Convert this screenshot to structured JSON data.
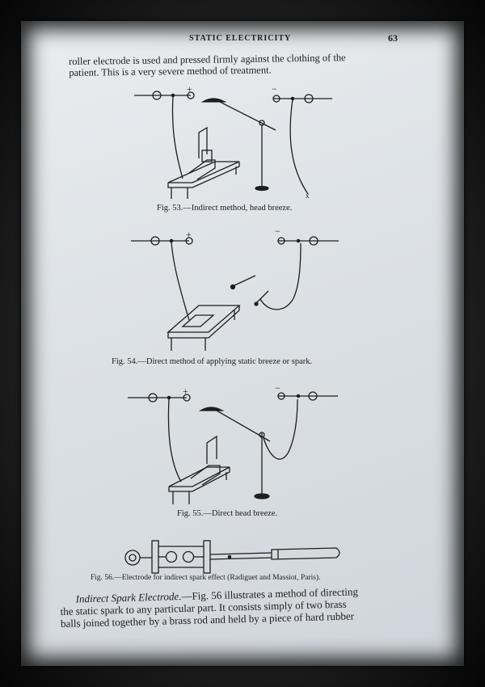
{
  "header": {
    "running_title": "STATIC ELECTRICITY",
    "page_number": "63"
  },
  "intro": {
    "line1": "roller electrode is used and pressed firmly against the clothing of the",
    "line2": "patient.   This is a very severe method of treatment."
  },
  "figures": [
    {
      "caption": "Fig. 53.—Indirect method, head breeze."
    },
    {
      "caption": "Fig. 54.—Direct method of applying static breeze or spark."
    },
    {
      "caption": "Fig. 55.—Direct head breeze."
    },
    {
      "caption": "Fig. 56.—Electrode for indirect spark effect (Radiguet and Massiot, Paris)."
    }
  ],
  "body": {
    "lead": "Indirect Spark Electrode.",
    "line1": "—Fig. 56 illustrates a method of directing",
    "line2": "the static spark to any particular part.   It consists simply of two brass",
    "line3": "balls joined together by a brass rod and held by a piece of  hard rubber"
  },
  "symbols": {
    "plus": "+",
    "minus": "−",
    "ground": "x"
  }
}
